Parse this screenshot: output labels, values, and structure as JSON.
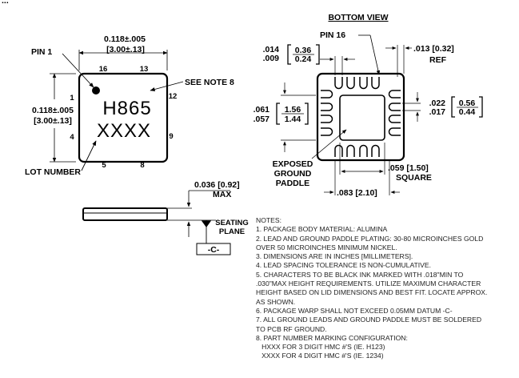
{
  "top_view": {
    "heading_partial": "...",
    "width_dim": "0.118±.005",
    "width_dim_mm": "[3.00±.13]",
    "height_dim": "0.118±.005",
    "height_dim_mm": "[3.00±.13]",
    "pin1_label": "PIN 1",
    "see_note_label": "SEE NOTE 8",
    "lot_number_label": "LOT NUMBER",
    "marking_line1": "H865",
    "marking_line2": "XXXX",
    "pin_numbers": {
      "p1": "1",
      "p4": "4",
      "p5": "5",
      "p8": "8",
      "p9": "9",
      "p12": "12",
      "p13": "13",
      "p16": "16"
    }
  },
  "side_view": {
    "height_dim": "0.036 [0.92]",
    "max_label": "MAX",
    "seating_plane": [
      "SEATING",
      "PLANE"
    ],
    "datum": "-C-"
  },
  "bottom_view": {
    "title": "BOTTOM VIEW",
    "pin16_label": "PIN 16",
    "pad_width": {
      "in_top": ".014",
      "in_bottom": ".009",
      "mm_top": "0.36",
      "mm_bottom": "0.24"
    },
    "ref_dim": ".013 [0.32]",
    "ref_label": "REF",
    "paddle_dim": {
      "in_top": ".061",
      "in_bottom": ".057",
      "mm_top": "1.56",
      "mm_bottom": "1.44"
    },
    "pitch_dim": {
      "in_top": ".022",
      "in_bottom": ".017",
      "mm_top": "0.56",
      "mm_bottom": "0.44"
    },
    "exposed_paddle_label": [
      "EXPOSED",
      "GROUND",
      "PADDLE"
    ],
    "square_dim": ".059 [1.50]",
    "square_label": "SQUARE",
    "span_dim": ".083 [2.10]"
  },
  "notes": {
    "heading": "NOTES:",
    "lines": [
      "1. PACKAGE BODY MATERIAL: ALUMINA",
      "2. LEAD AND GROUND PADDLE PLATING: 30-80 MICROINCHES GOLD",
      "OVER 50 MICROINCHES MINIMUM NICKEL.",
      "3. DIMENSIONS ARE IN INCHES [MILLIMETERS].",
      "4. LEAD SPACING TOLERANCE IS NON-CUMULATIVE.",
      "5. CHARACTERS TO BE BLACK INK MARKED WITH .018\"MIN TO",
      ".030\"MAX HEIGHT REQUIREMENTS. UTILIZE MAXIMUM CHARACTER",
      "HEIGHT BASED ON LID DIMENSIONS AND BEST FIT. LOCATE APPROX.",
      "AS SHOWN.",
      "6. PACKAGE WARP SHALL NOT EXCEED 0.05MM DATUM -C-",
      "7. ALL GROUND LEADS AND GROUND PADDLE MUST BE SOLDERED",
      "TO PCB RF GROUND.",
      "8. PART NUMBER MARKING CONFIGURATION:",
      "   HXXX FOR 3 DIGIT HMC #'S (IE. H123)",
      "   XXXX FOR 4 DIGIT HMC #'S (IE. 1234)"
    ]
  }
}
